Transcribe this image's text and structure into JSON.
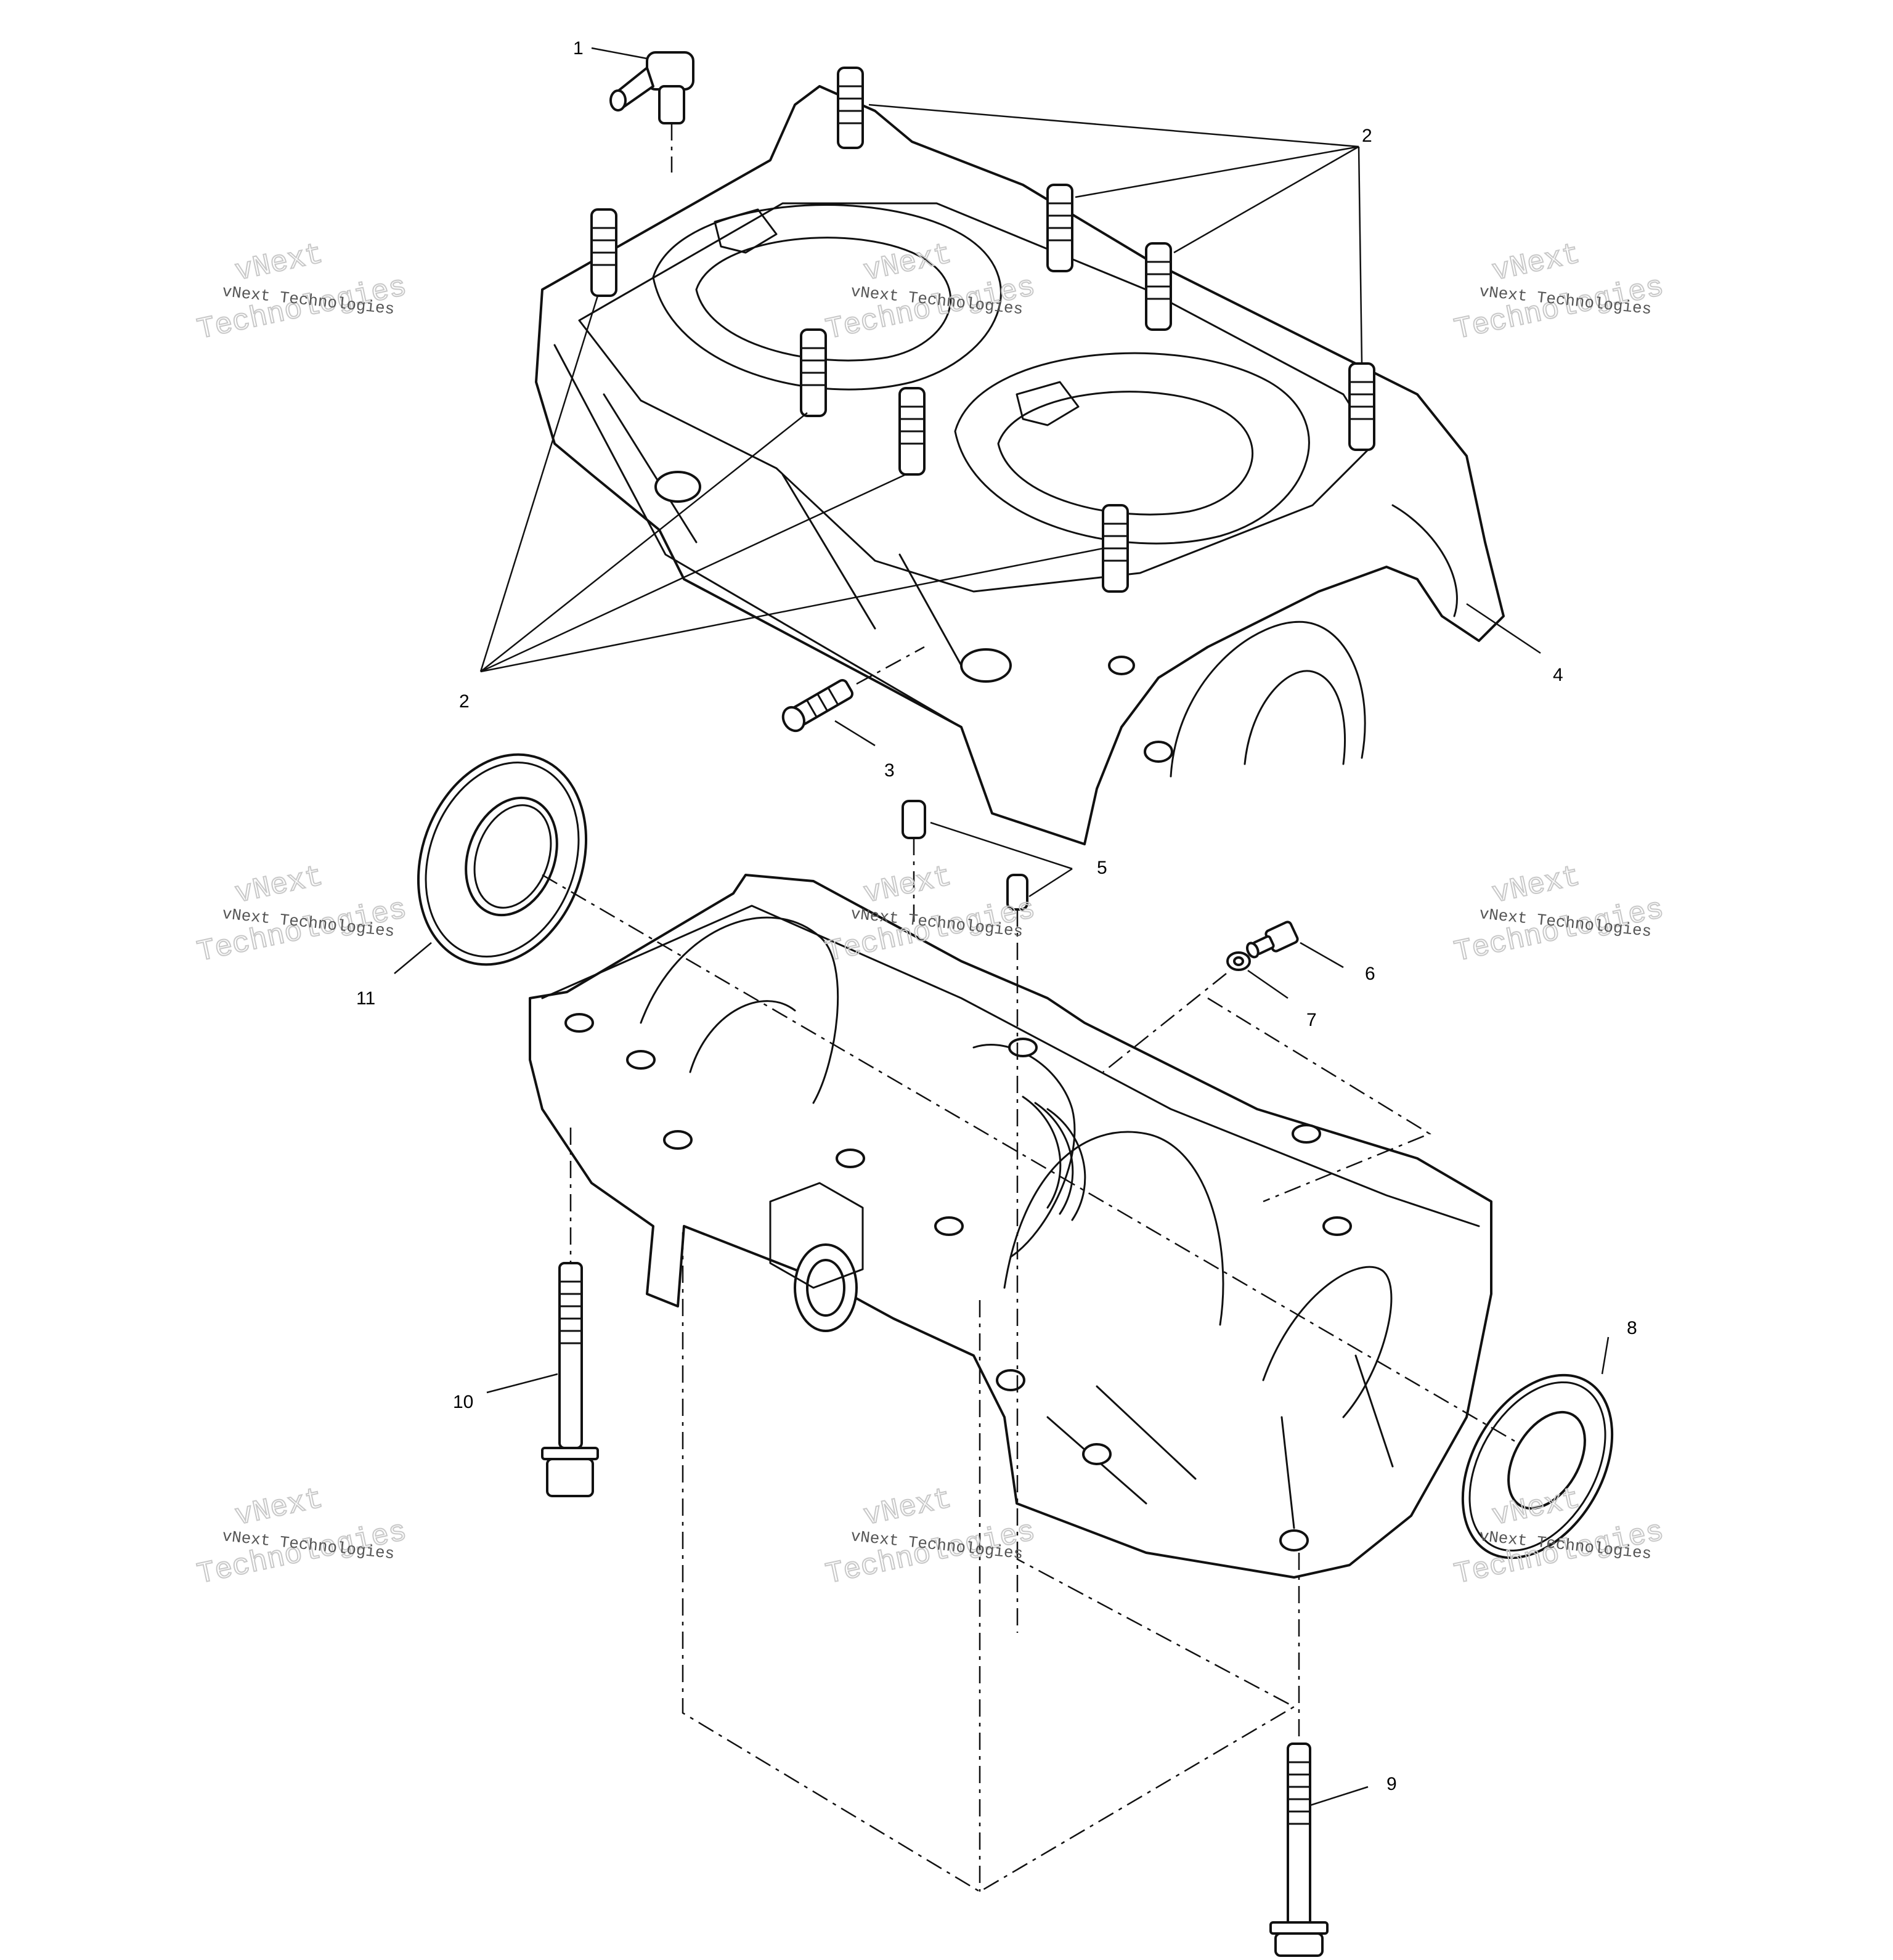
{
  "callouts": {
    "c1": "1",
    "c2a": "2",
    "c2b": "2",
    "c3": "3",
    "c4": "4",
    "c5": "5",
    "c6": "6",
    "c7": "7",
    "c8": "8",
    "c9": "9",
    "c10": "10",
    "c11": "11"
  },
  "watermark": {
    "small": "vNext Technologies",
    "big_line1": "vNext",
    "big_line2": "Technologies"
  },
  "colors": {
    "line": "#111111",
    "paper": "#ffffff",
    "watermark": "#c8c8c8"
  }
}
